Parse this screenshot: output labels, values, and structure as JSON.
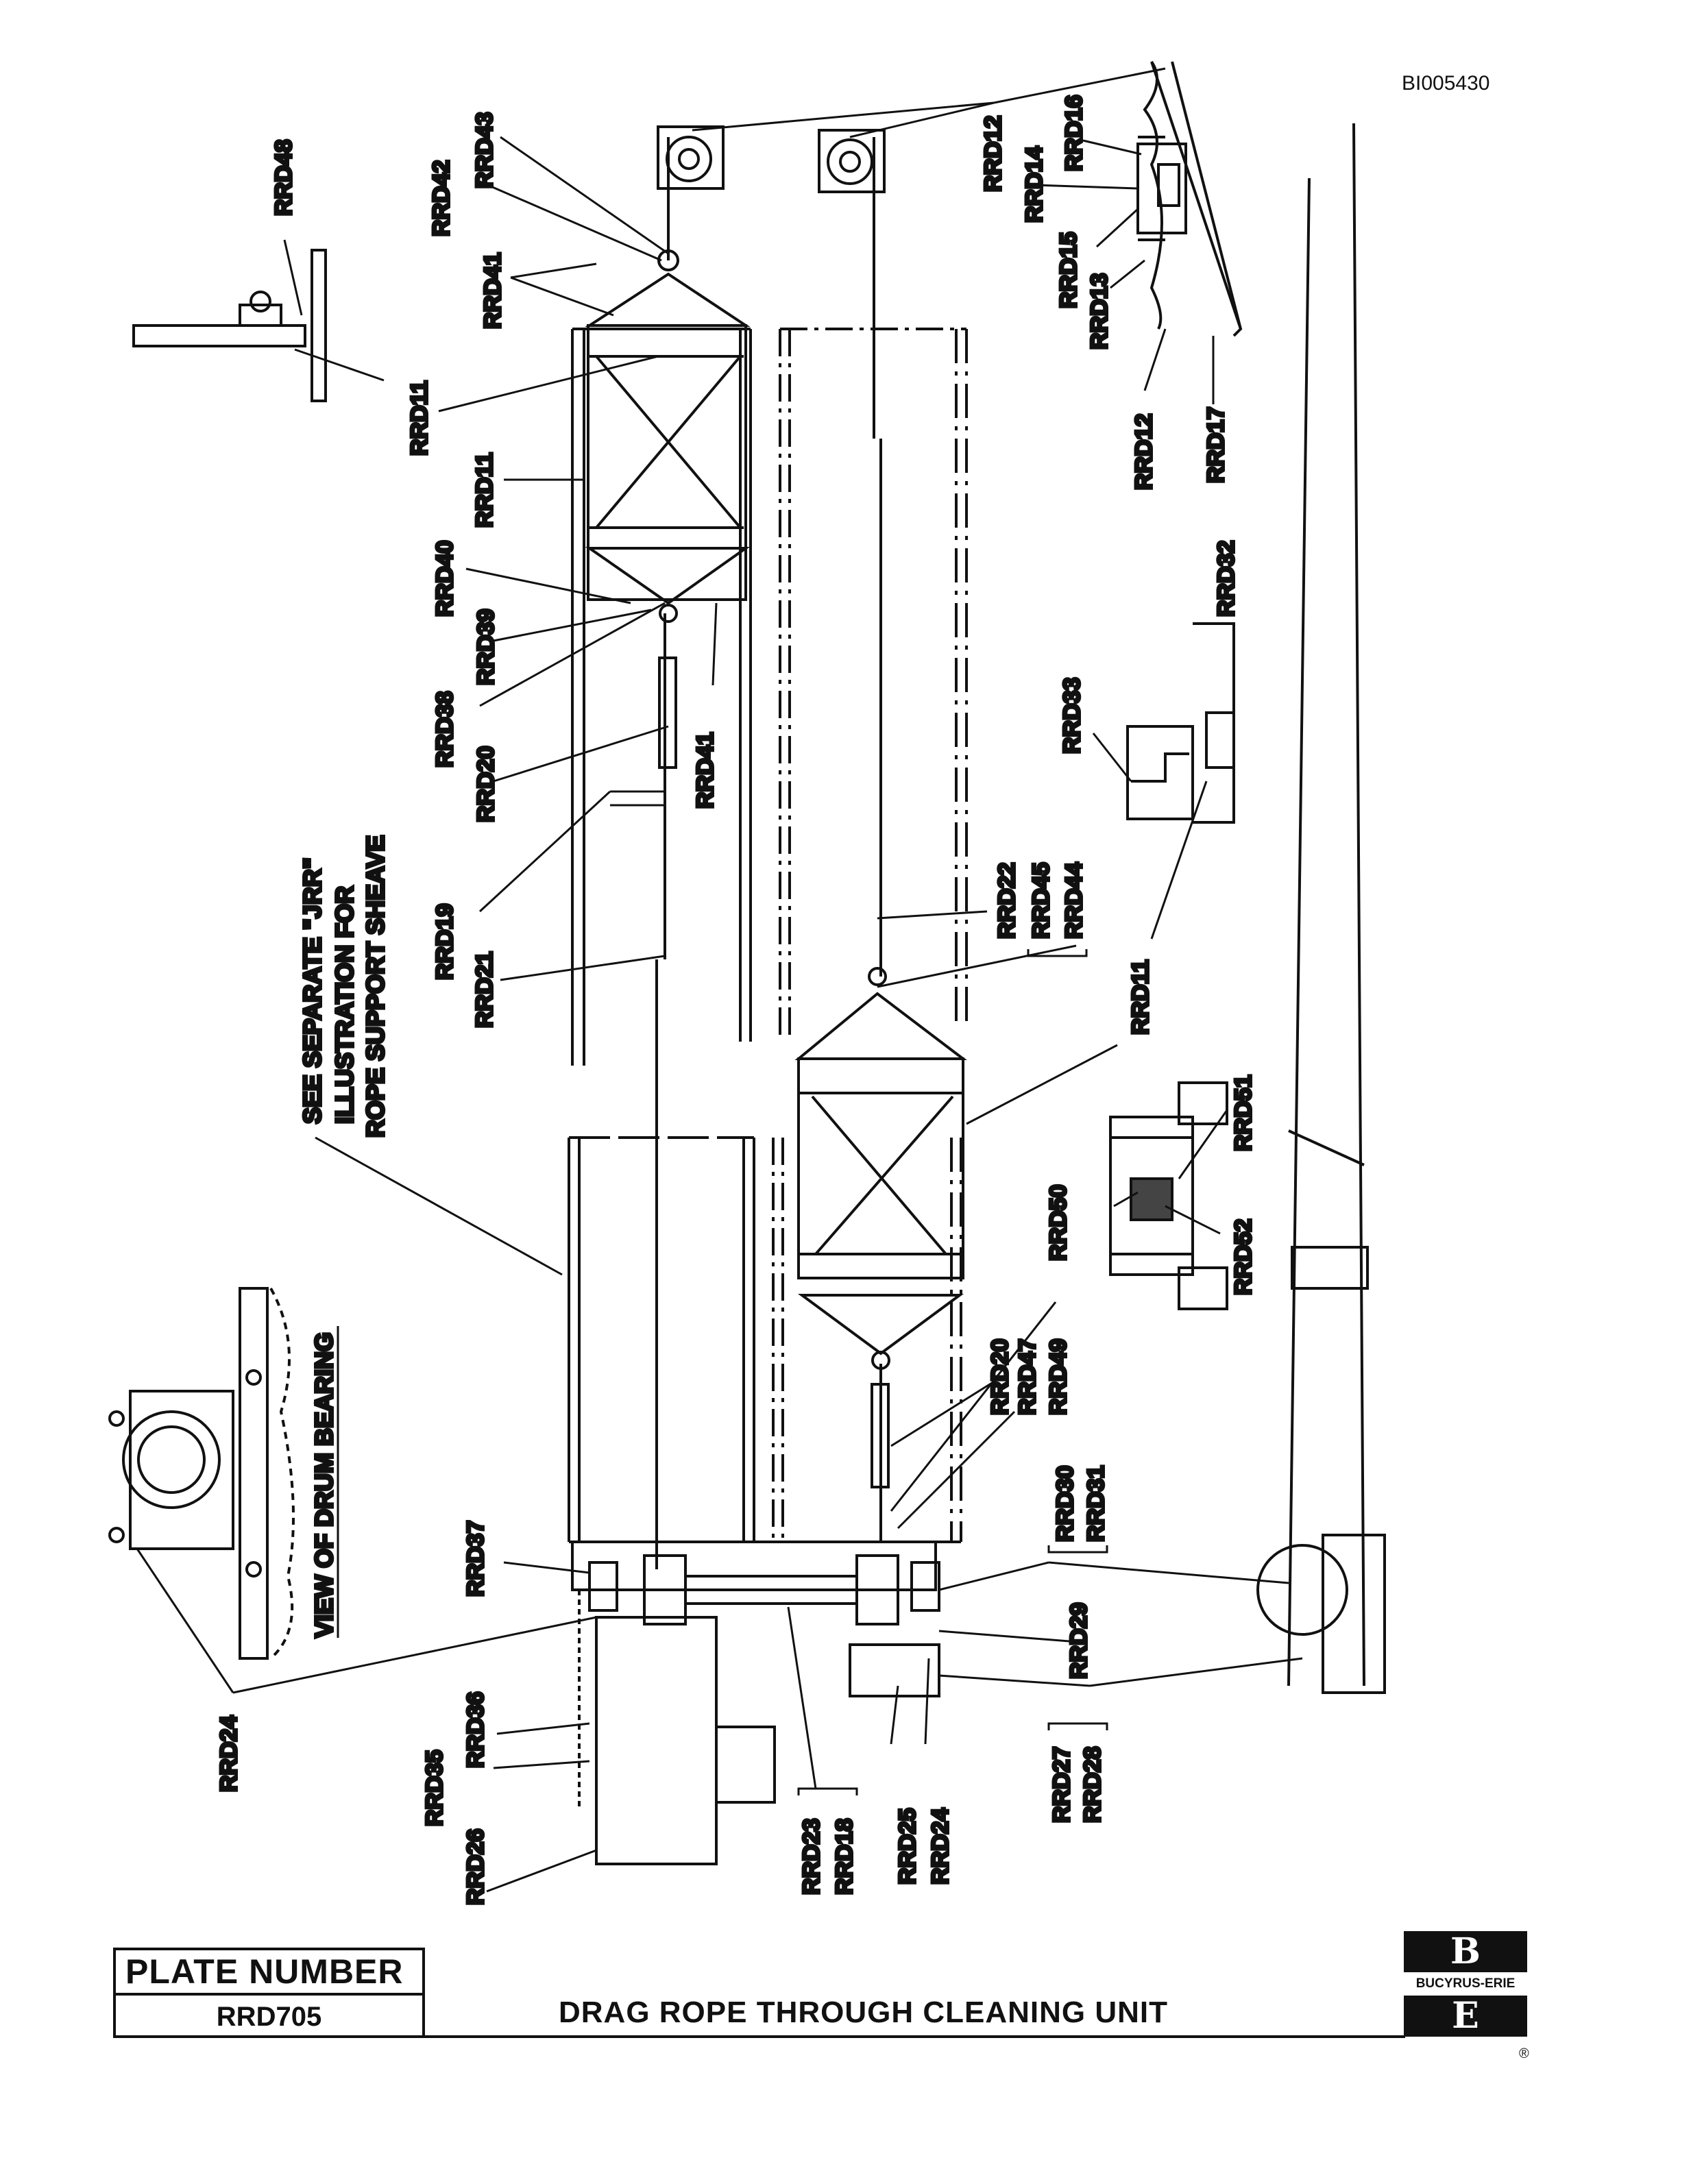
{
  "document": {
    "id": "BI005430",
    "plate_label": "PLATE  NUMBER",
    "plate_number": "RRD705",
    "title": "DRAG ROPE THROUGH CLEANING UNIT",
    "brand": "BUCYRUS-ERIE",
    "logo_top": "B",
    "logo_bottom": "E",
    "reg_mark": "®"
  },
  "diagram": {
    "views": {
      "drum_bearing": "VIEW OF DRUM BEARING",
      "separate_note": [
        "SEE SEPARATE \"JRR\"",
        "ILLUSTRATION FOR",
        "ROPE SUPPORT SHEAVE"
      ]
    },
    "callouts": {
      "rrd48": "RRD48",
      "rrd11_top": "RRD11",
      "rrd11_mid": "RRD11",
      "rrd11_right": "RRD11",
      "rrd42": "RRD42",
      "rrd43": "RRD43",
      "rrd41_top": "RRD41",
      "rrd40": "RRD40",
      "rrd39": "RRD39",
      "rrd38": "RRD38",
      "rrd20_top": "RRD20",
      "rrd41_bottom": "RRD41",
      "rrd19": "RRD19",
      "rrd21": "RRD21",
      "rrd12_top": "RRD12",
      "rrd14": "RRD14",
      "rrd16": "RRD16",
      "rrd15": "RRD15",
      "rrd13": "RRD13",
      "rrd12_bottom": "RRD12",
      "rrd17": "RRD17",
      "rrd32": "RRD32",
      "rrd33": "RRD33",
      "rrd22": "RRD22",
      "rrd45": "RRD45",
      "rrd44": "RRD44",
      "rrd51": "RRD51",
      "rrd50": "RRD50",
      "rrd52": "RRD52",
      "rrd20_bottom": "RRD20",
      "rrd47": "RRD47",
      "rrd49": "RRD49",
      "rrd30": "RRD30",
      "rrd31": "RRD31",
      "rrd29": "RRD29",
      "rrd27": "RRD27",
      "rrd28": "RRD28",
      "rrd37": "RRD37",
      "rrd36": "RRD36",
      "rrd35": "RRD35",
      "rrd26": "RRD26",
      "rrd24_left": "RRD24",
      "rrd23": "RRD23",
      "rrd18": "RRD18",
      "rrd25": "RRD25",
      "rrd24_bottom": "RRD24"
    }
  }
}
